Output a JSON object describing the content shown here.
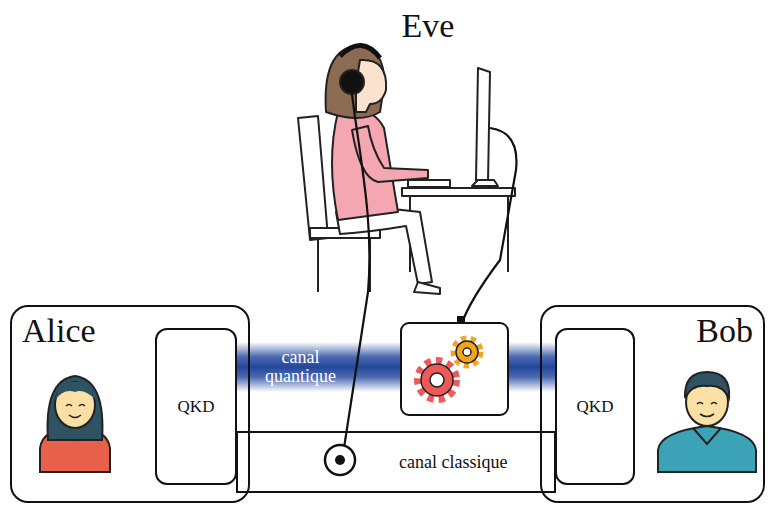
{
  "diagram": {
    "nodes": [
      {
        "text": [
          "Alice"
        ]
      },
      {
        "text": [
          "QKD"
        ],
        "in": 0
      },
      {
        "text": [
          "Bob"
        ]
      },
      {
        "text": [
          "QKD"
        ],
        "in": 2
      }
    ],
    "edges": [
      {
        "from": 1,
        "to": 3,
        "label": "canal quantique",
        "arrow": "none"
      },
      {
        "from": 1,
        "to": 3,
        "label": "canal classique",
        "arrow": "none"
      }
    ],
    "labels": [
      "Eve"
    ]
  }
}
